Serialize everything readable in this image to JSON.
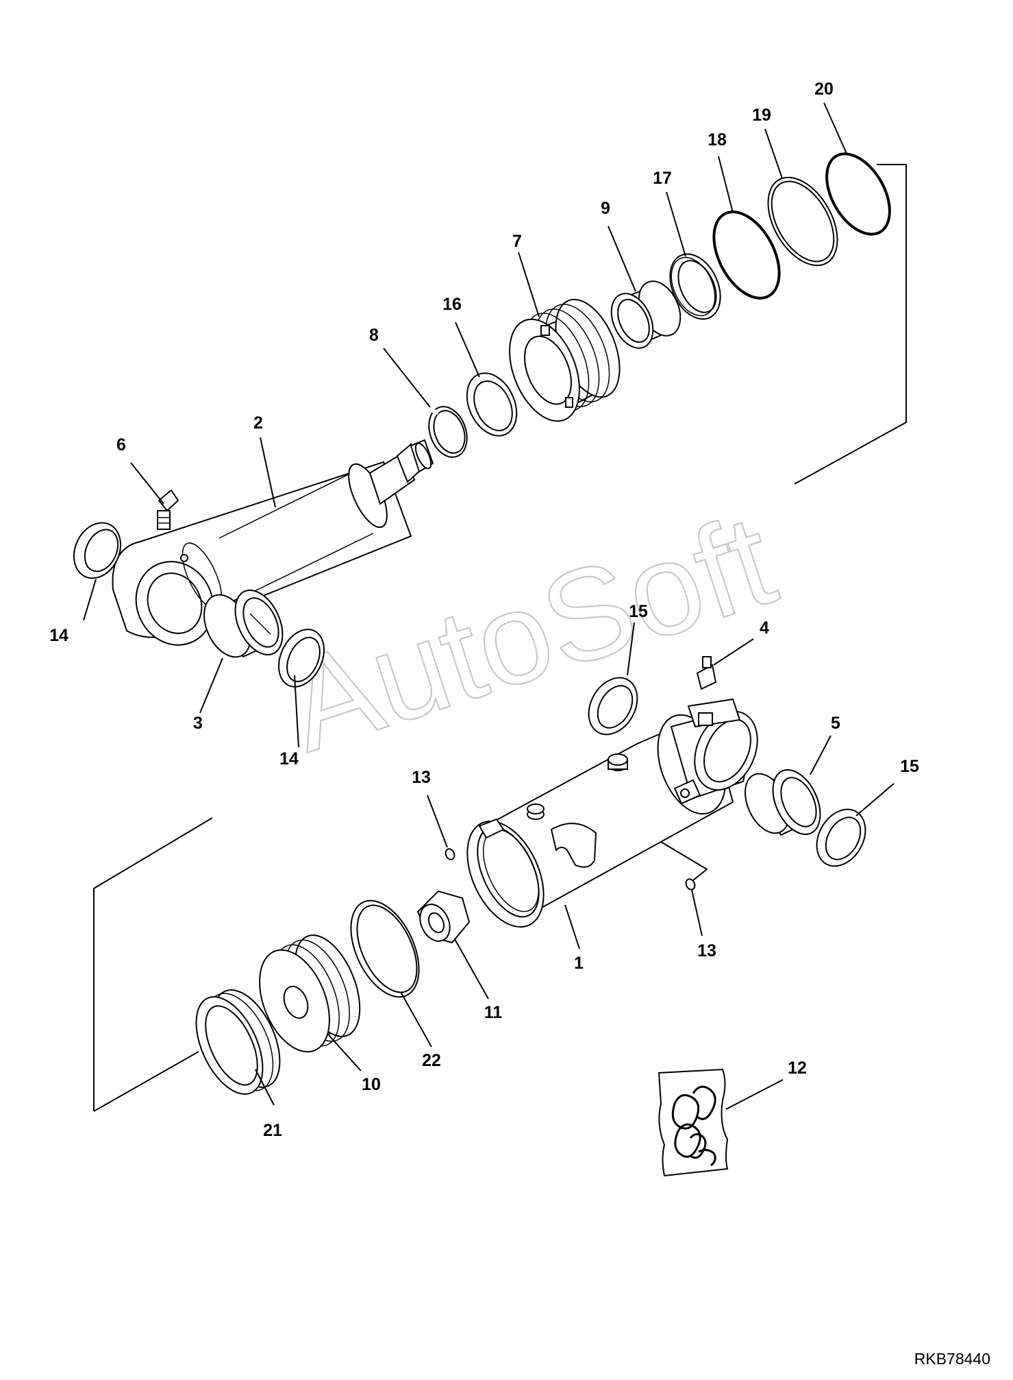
{
  "diagram": {
    "reference_code": "RKB78440",
    "watermark": "AutoSoft",
    "callouts": [
      {
        "id": "c1",
        "label": "1"
      },
      {
        "id": "c2",
        "label": "2"
      },
      {
        "id": "c3",
        "label": "3"
      },
      {
        "id": "c4",
        "label": "4"
      },
      {
        "id": "c5",
        "label": "5"
      },
      {
        "id": "c6",
        "label": "6"
      },
      {
        "id": "c7",
        "label": "7"
      },
      {
        "id": "c8",
        "label": "8"
      },
      {
        "id": "c9",
        "label": "9"
      },
      {
        "id": "c10",
        "label": "10"
      },
      {
        "id": "c11",
        "label": "11"
      },
      {
        "id": "c12",
        "label": "12"
      },
      {
        "id": "c13a",
        "label": "13"
      },
      {
        "id": "c13b",
        "label": "13"
      },
      {
        "id": "c14a",
        "label": "14"
      },
      {
        "id": "c14b",
        "label": "14"
      },
      {
        "id": "c15a",
        "label": "15"
      },
      {
        "id": "c15b",
        "label": "15"
      },
      {
        "id": "c16",
        "label": "16"
      },
      {
        "id": "c17",
        "label": "17"
      },
      {
        "id": "c18",
        "label": "18"
      },
      {
        "id": "c19",
        "label": "19"
      },
      {
        "id": "c20",
        "label": "20"
      },
      {
        "id": "c21",
        "label": "21"
      },
      {
        "id": "c22",
        "label": "22"
      }
    ]
  }
}
